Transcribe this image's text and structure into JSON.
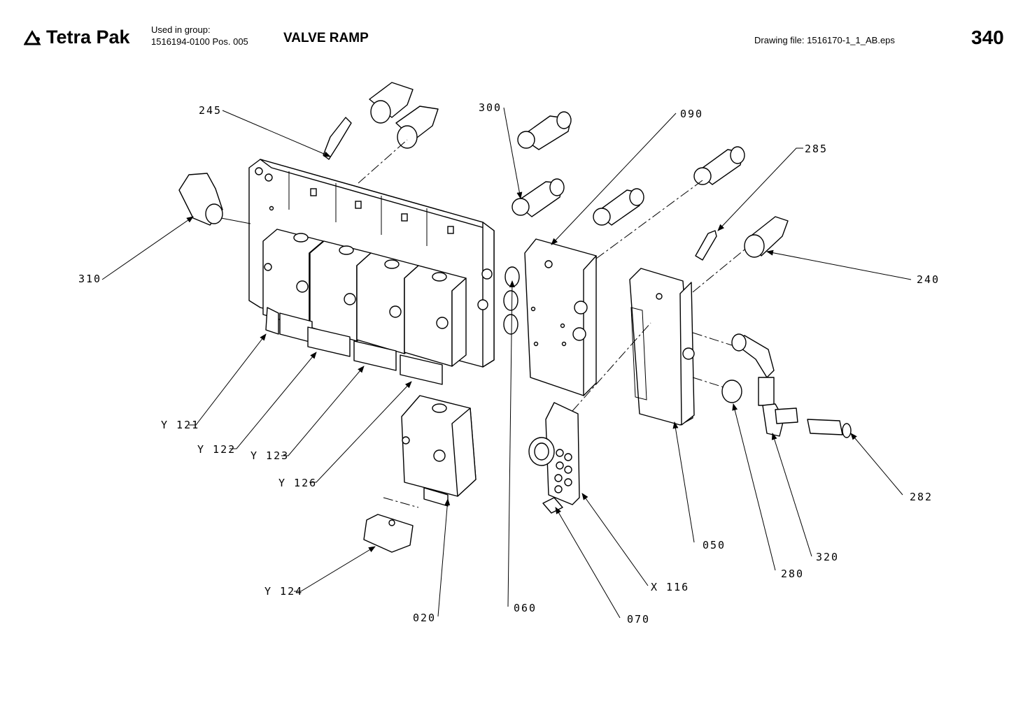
{
  "header": {
    "brand": "Tetra Pak",
    "used_in_label": "Used in group:",
    "used_in_value": "1516194-0100 Pos. 005",
    "title": "VALVE RAMP",
    "drawing_file": "Drawing file:  1516170-1_1_AB.eps",
    "page_number": "340"
  },
  "callouts": {
    "c245": "245",
    "c300": "300",
    "c090": "090",
    "c285": "285",
    "c310": "310",
    "c240": "240",
    "cY121": "Y 121",
    "cY122": "Y 122",
    "cY123": "Y 123",
    "cY126": "Y 126",
    "c282": "282",
    "c050": "050",
    "c320": "320",
    "c280": "280",
    "cX116": "X 116",
    "cY124": "Y 124",
    "c020": "020",
    "c060": "060",
    "c070": "070"
  }
}
